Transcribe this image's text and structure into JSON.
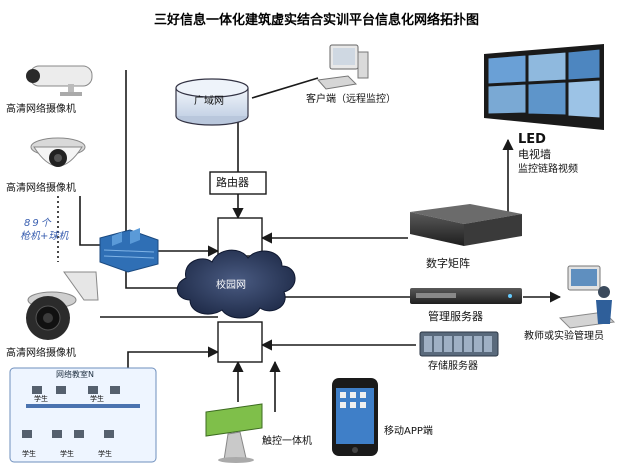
{
  "title": "三好信息一体化建筑虚实结合实训平台信息化网络拓扑图",
  "cameras": [
    {
      "label": "高清网络摄像机"
    },
    {
      "label": "高清网络摄像机"
    },
    {
      "label": "高清网络摄像机"
    }
  ],
  "camera_count": {
    "number": "89个",
    "detail": "枪机+球机"
  },
  "wan_label": "广域网",
  "client_label": "客户端（远程监控）",
  "router_label": "路由器",
  "campus_label": "校园网",
  "led": {
    "title": "LED",
    "line2": "电视墙",
    "line3": "监控链路视频"
  },
  "matrix_label": "数字矩阵",
  "mgmt_server_label": "管理服务器",
  "storage_label": "存储服务器",
  "teacher_label": "教师或实验管理员",
  "touch_label": "触控一体机",
  "mobile_label": "移动APP端",
  "classroom": {
    "title": "网络教室N",
    "student": "学生"
  },
  "colors": {
    "line": "#1a1a1a",
    "cloud": "#2b3a5c",
    "wan": "#dde6f2",
    "building": "#3d7fc4"
  }
}
